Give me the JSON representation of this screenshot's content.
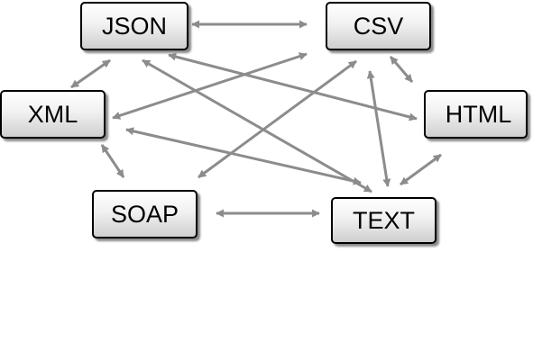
{
  "nodes": {
    "json": "JSON",
    "csv": "CSV",
    "xml": "XML",
    "html": "HTML",
    "soap": "SOAP",
    "text": "TEXT"
  },
  "edges": [
    [
      "json",
      "csv"
    ],
    [
      "json",
      "xml"
    ],
    [
      "json",
      "html"
    ],
    [
      "json",
      "text"
    ],
    [
      "csv",
      "xml"
    ],
    [
      "csv",
      "soap"
    ],
    [
      "csv",
      "text"
    ],
    [
      "csv",
      "html"
    ],
    [
      "xml",
      "soap"
    ],
    [
      "xml",
      "text"
    ],
    [
      "soap",
      "text"
    ],
    [
      "html",
      "text"
    ]
  ],
  "colors": {
    "arrow": "#8c8c8c",
    "node_border": "#000000",
    "node_fill_top": "#ffffff",
    "node_fill_bottom": "#cfcfcf"
  }
}
